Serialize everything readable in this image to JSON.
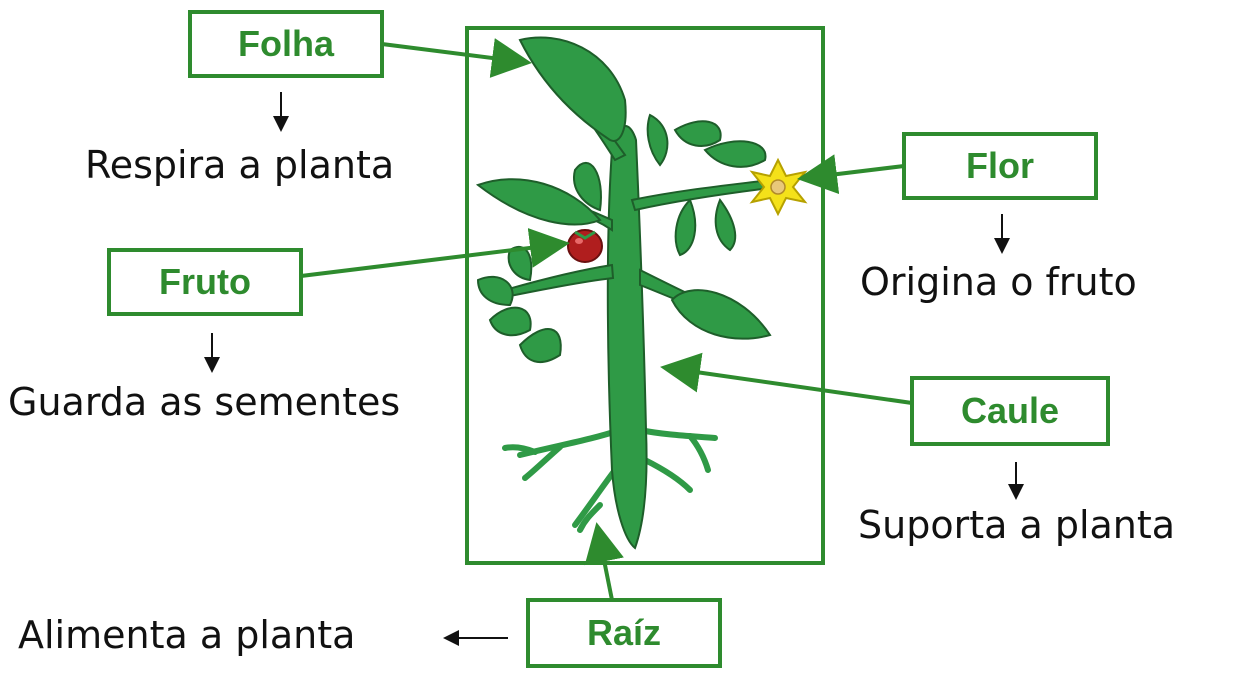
{
  "diagram": {
    "parts": {
      "folha": {
        "label": "Folha",
        "description": "Respira a planta"
      },
      "flor": {
        "label": "Flor",
        "description": "Origina o fruto"
      },
      "fruto": {
        "label": "Fruto",
        "description": "Guarda as sementes"
      },
      "caule": {
        "label": "Caule",
        "description": "Suporta a planta"
      },
      "raiz": {
        "label": "Raíz",
        "description": "Alimenta a planta"
      }
    },
    "colors": {
      "label_green": "#2e8b2e",
      "plant_green": "#2f9a46",
      "fruit_red": "#b01e1e",
      "flower_yellow": "#f4e11a"
    }
  }
}
